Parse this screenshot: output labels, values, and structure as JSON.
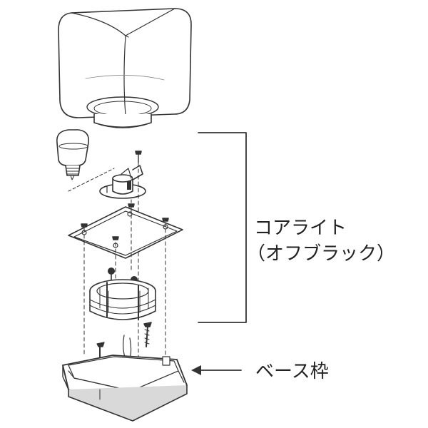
{
  "labels": {
    "core_light": "コアライト",
    "core_light_color": "（オフブラック）",
    "base_frame": "ベース枠"
  },
  "colors": {
    "line": "#333333",
    "text": "#222222",
    "background": "#ffffff",
    "shade": "#d9d9d9"
  }
}
